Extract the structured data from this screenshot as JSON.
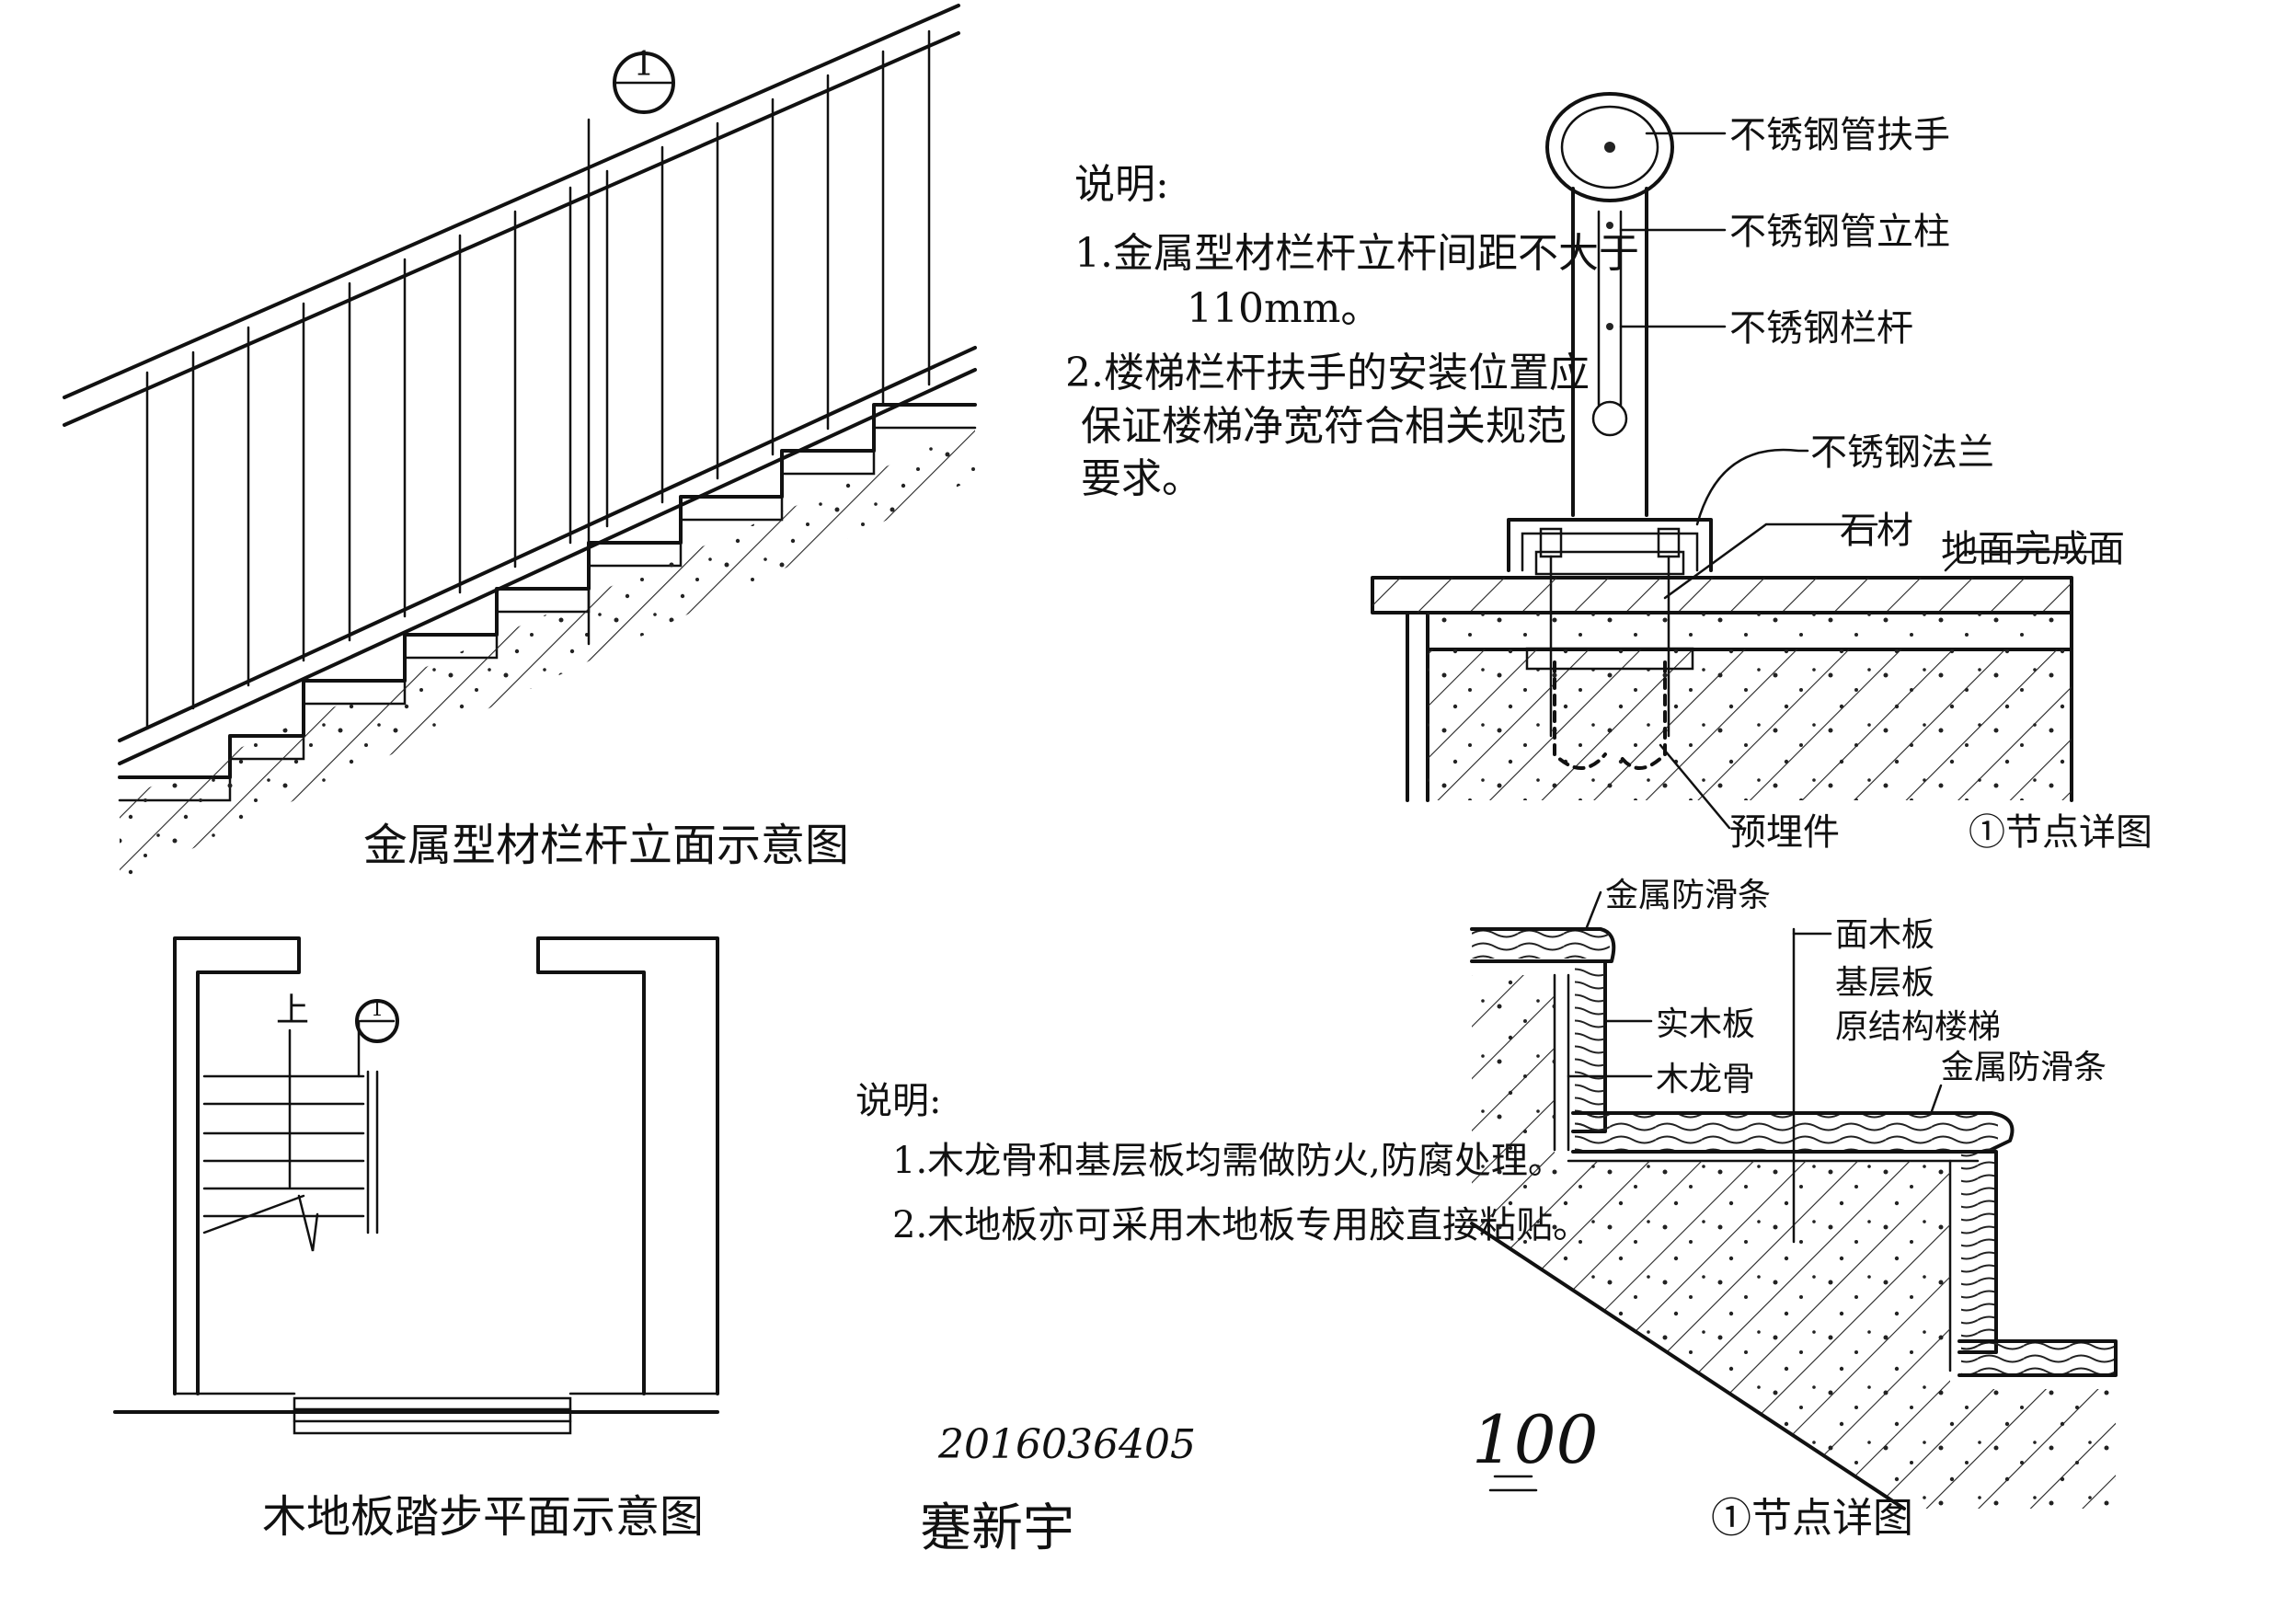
{
  "figures": {
    "railing_elevation": {
      "caption": "金属型材栏杆立面示意图",
      "marker": "1"
    },
    "plan": {
      "caption": "木地板踏步平面示意图",
      "up": "上",
      "marker": "1"
    },
    "detail_railing": {
      "caption": "①节点详图",
      "labels": [
        "不锈钢管扶手",
        "不锈钢管立柱",
        "不锈钢栏杆",
        "不锈钢法兰",
        "石材",
        "地面完成面",
        "预埋件"
      ]
    },
    "detail_step": {
      "caption": "①节点详图",
      "labels": [
        "金属防滑条",
        "实木板",
        "木龙骨",
        "面木板",
        "基层板",
        "原结构楼梯",
        "金属防滑条"
      ]
    }
  },
  "notes_top": {
    "title": "说明:",
    "lines": [
      "1.金属型材栏杆立杆间距不大于",
      "110mm。",
      "2.楼梯栏杆扶手的安装位置应",
      "保证楼梯净宽符合相关规范",
      "要求。"
    ]
  },
  "notes_bottom": {
    "title": "说明:",
    "lines": [
      "1.木龙骨和基层板均需做防火,防腐处理。",
      "2.木地板亦可采用木地板专用胶直接粘贴。"
    ]
  },
  "student_id": "2016036405",
  "student_name": "蹇新宇",
  "score": "100"
}
